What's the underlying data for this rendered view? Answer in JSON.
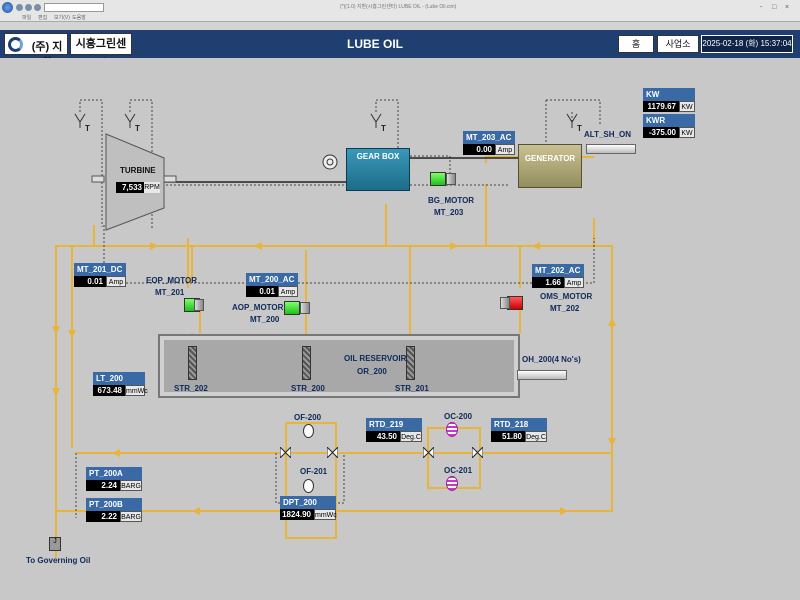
{
  "browser": {
    "title": "(*)(1.0) 지환(시흥그린센터) LUBE OIL - (Lube Oil.cim)",
    "menu": [
      "파일",
      "편집",
      "보기(V)",
      "도움말"
    ],
    "window_buttons": [
      "-",
      "□",
      "×"
    ]
  },
  "header": {
    "company": "(주) 지환",
    "plant": "시흥그린센터",
    "title": "LUBE OIL",
    "home_label": "홈",
    "office_label": "사업소",
    "datetime": "2025-02-18 (화) 15:37:04"
  },
  "power": {
    "kw": {
      "name": "KW",
      "value": "1179.67",
      "unit": "KW"
    },
    "kwr": {
      "name": "KWR",
      "value": "-375.00",
      "unit": "KW"
    }
  },
  "equipment": {
    "turbine": {
      "label": "TURBINE",
      "rpm_value": "7,533",
      "rpm_unit": "RPM"
    },
    "gearbox": {
      "label": "GEAR BOX"
    },
    "generator": {
      "label": "GENERATOR"
    },
    "alt_sh_on": "ALT_SH_ON",
    "bg_motor": {
      "label": "BG_MOTOR",
      "tag": "MT_203"
    },
    "eop_motor": {
      "label": "EOP_MOTOR",
      "tag": "MT_201"
    },
    "aop_motor": {
      "label": "AOP_MOTOR",
      "tag": "MT_200"
    },
    "oms_motor": {
      "label": "OMS_MOTOR",
      "tag": "MT_202"
    },
    "reservoir": {
      "label": "OIL RESERVOIR",
      "tag": "OR_200"
    },
    "strainers": [
      "STR_202",
      "STR_200",
      "STR_201"
    ],
    "heater": "OH_200(4 No's)",
    "filters": [
      "OF-200",
      "OF-201"
    ],
    "coolers": [
      "OC-200",
      "OC-201"
    ],
    "governing_oil": "To Governing Oil",
    "thermocouple": "T",
    "drain_symbol": "J"
  },
  "tags": {
    "mt203": {
      "name": "MT_203_AC",
      "value": "0.00",
      "unit": "Amp"
    },
    "mt201": {
      "name": "MT_201_DC",
      "value": "0.01",
      "unit": "Amp"
    },
    "mt200": {
      "name": "MT_200_AC",
      "value": "0.01",
      "unit": "Amp"
    },
    "mt202": {
      "name": "MT_202_AC",
      "value": "1.66",
      "unit": "Amp"
    },
    "lt200": {
      "name": "LT_200",
      "value": "673.48",
      "unit": "mmWc"
    },
    "rtd219": {
      "name": "RTD_219",
      "value": "43.50",
      "unit": "Deg.C"
    },
    "rtd218": {
      "name": "RTD_218",
      "value": "51.80",
      "unit": "Deg.C"
    },
    "pt200a": {
      "name": "PT_200A",
      "value": "2.24",
      "unit": "BARG"
    },
    "pt200b": {
      "name": "PT_200B",
      "value": "2.22",
      "unit": "BARG"
    },
    "dpt200": {
      "name": "DPT_200",
      "value": "1824.90",
      "unit": "mmWc"
    }
  },
  "colors": {
    "pipe": "#e8b43a",
    "header": "#1e3f70",
    "tag_title": "#3a6aa6",
    "motor_running": "#1fc01a",
    "motor_stopped": "#cc0000"
  }
}
